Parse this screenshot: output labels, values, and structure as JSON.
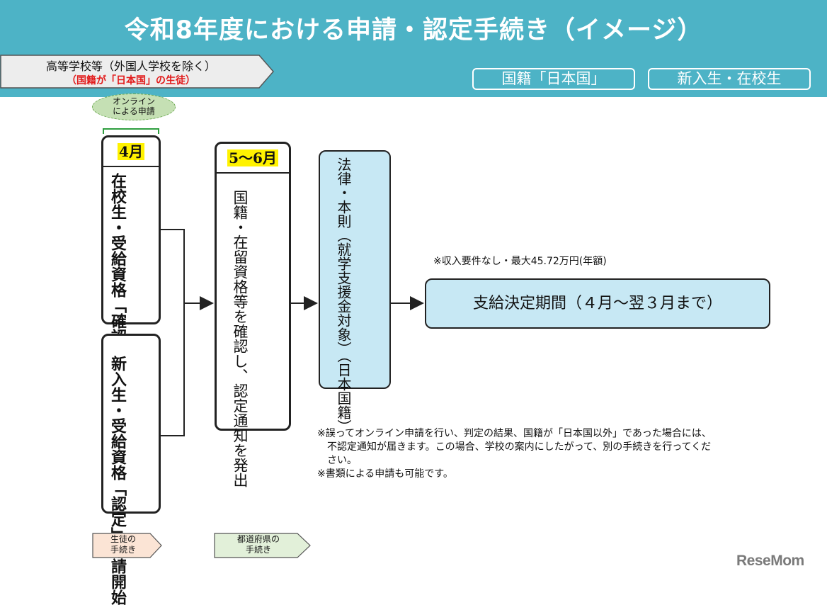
{
  "title": "令和8年度における申請・認定手続き（イメージ）",
  "target": {
    "line1": "高等学校等（外国人学校を除く）",
    "line2": "（国籍が「日本国」の生徒）"
  },
  "tags": {
    "nationality": "国籍「日本国」",
    "students": "新入生・在校生"
  },
  "online": {
    "line1": "オンライン",
    "line2": "による申請"
  },
  "steps": {
    "april": {
      "month": "4月",
      "current_students": "在校生・受給資格「確認」申請開始",
      "new_students": "新入生・受給資格「認定」申請開始"
    },
    "may_june": {
      "month": "5～6月",
      "text": "国籍・在留資格等を確認し、認定通知を発出"
    },
    "law": {
      "text": "法律・本則（就学支援金対象）（日本国籍）"
    },
    "period": {
      "text": "支給決定期間（４月～翌３月まで）",
      "note": "※収入要件なし・最大45.72万円(年額)"
    }
  },
  "notes": [
    "※誤ってオンライン申請を行い、判定の結果、国籍が「日本国以外」であった場合には、",
    "不認定通知が届きます。この場合、学校の案内にしたがって、別の手続きを行ってくだ",
    "さい。",
    "※書類による申請も可能です。"
  ],
  "legend": {
    "student": {
      "line1": "生徒の",
      "line2": "手続き",
      "color": "#fbe4d5"
    },
    "prefecture": {
      "line1": "都道府県の",
      "line2": "手続き",
      "color": "#e2f0d9"
    }
  },
  "colors": {
    "banner": "#4db3c6",
    "box_fill": "#c7e8f4",
    "highlight": "#fff200",
    "warning_text": "#e21a1a"
  },
  "logo": "ReseMom"
}
